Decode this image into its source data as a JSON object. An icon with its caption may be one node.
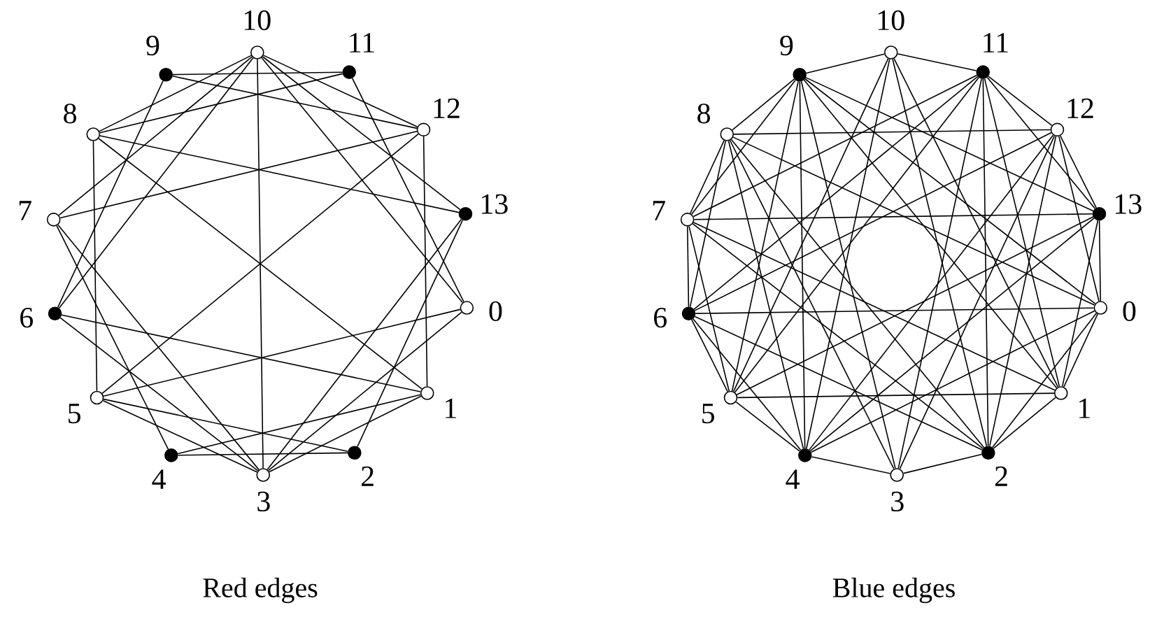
{
  "diagram": {
    "nodes": [
      {
        "text": [],
        "shape": "circle",
        "beside": [
          "0"
        ]
      },
      {
        "text": [],
        "shape": "circle",
        "beside": [
          "1"
        ]
      },
      {
        "text": [],
        "shape": "dot",
        "beside": [
          "2"
        ]
      },
      {
        "text": [],
        "shape": "circle",
        "beside": [
          "3"
        ]
      },
      {
        "text": [],
        "shape": "dot",
        "beside": [
          "4"
        ]
      },
      {
        "text": [],
        "shape": "circle",
        "beside": [
          "5"
        ]
      },
      {
        "text": [],
        "shape": "dot",
        "beside": [
          "6"
        ]
      },
      {
        "text": [],
        "shape": "circle",
        "beside": [
          "7"
        ]
      },
      {
        "text": [],
        "shape": "circle",
        "beside": [
          "8"
        ]
      },
      {
        "text": [],
        "shape": "dot",
        "beside": [
          "9"
        ]
      },
      {
        "text": [],
        "shape": "circle",
        "beside": [
          "10"
        ]
      },
      {
        "text": [],
        "shape": "dot",
        "beside": [
          "11"
        ]
      },
      {
        "text": [],
        "shape": "circle",
        "beside": [
          "12"
        ]
      },
      {
        "text": [],
        "shape": "dot",
        "beside": [
          "13"
        ]
      },
      {
        "text": [],
        "shape": "circle",
        "beside": [
          "0"
        ]
      },
      {
        "text": [],
        "shape": "circle",
        "beside": [
          "1"
        ]
      },
      {
        "text": [],
        "shape": "dot",
        "beside": [
          "2"
        ]
      },
      {
        "text": [],
        "shape": "circle",
        "beside": [
          "3"
        ]
      },
      {
        "text": [],
        "shape": "dot",
        "beside": [
          "4"
        ]
      },
      {
        "text": [],
        "shape": "circle",
        "beside": [
          "5"
        ]
      },
      {
        "text": [],
        "shape": "dot",
        "beside": [
          "6"
        ]
      },
      {
        "text": [],
        "shape": "circle",
        "beside": [
          "7"
        ]
      },
      {
        "text": [],
        "shape": "circle",
        "beside": [
          "8"
        ]
      },
      {
        "text": [],
        "shape": "dot",
        "beside": [
          "9"
        ]
      },
      {
        "text": [],
        "shape": "circle",
        "beside": [
          "10"
        ]
      },
      {
        "text": [],
        "shape": "dot",
        "beside": [
          "11"
        ]
      },
      {
        "text": [],
        "shape": "circle",
        "beside": [
          "12"
        ]
      },
      {
        "text": [],
        "shape": "dot",
        "beside": [
          "13"
        ]
      }
    ],
    "edges": [
      {
        "from": 8,
        "to": 10,
        "arrow": "none"
      },
      {
        "from": 1,
        "to": 3,
        "arrow": "none"
      },
      {
        "from": 10,
        "to": 12,
        "arrow": "none"
      },
      {
        "from": 3,
        "to": 5,
        "arrow": "none"
      },
      {
        "from": 9,
        "to": 11,
        "arrow": "none"
      },
      {
        "from": 2,
        "to": 4,
        "arrow": "none"
      },
      {
        "from": 1,
        "to": 4,
        "arrow": "none"
      },
      {
        "from": 8,
        "to": 11,
        "arrow": "none"
      },
      {
        "from": 2,
        "to": 5,
        "arrow": "none"
      },
      {
        "from": 9,
        "to": 12,
        "arrow": "none"
      },
      {
        "from": 5,
        "to": 8,
        "arrow": "none"
      },
      {
        "from": 12,
        "to": 1,
        "arrow": "none"
      },
      {
        "from": 0,
        "to": 5,
        "arrow": "none"
      },
      {
        "from": 7,
        "to": 12,
        "arrow": "none"
      },
      {
        "from": 6,
        "to": 1,
        "arrow": "none"
      },
      {
        "from": 13,
        "to": 8,
        "arrow": "none"
      },
      {
        "from": 3,
        "to": 10,
        "arrow": "none"
      },
      {
        "from": 1,
        "to": 8,
        "arrow": "none"
      },
      {
        "from": 5,
        "to": 12,
        "arrow": "none"
      },
      {
        "from": 4,
        "to": 7,
        "arrow": "none"
      },
      {
        "from": 11,
        "to": 0,
        "arrow": "none"
      },
      {
        "from": 2,
        "to": 13,
        "arrow": "none"
      },
      {
        "from": 6,
        "to": 9,
        "arrow": "none"
      },
      {
        "from": 0,
        "to": 3,
        "arrow": "none"
      },
      {
        "from": 7,
        "to": 10,
        "arrow": "none"
      },
      {
        "from": 3,
        "to": 6,
        "arrow": "none"
      },
      {
        "from": 10,
        "to": 13,
        "arrow": "none"
      },
      {
        "from": 3,
        "to": 7,
        "arrow": "none"
      },
      {
        "from": 10,
        "to": 0,
        "arrow": "none"
      },
      {
        "from": 3,
        "to": 13,
        "arrow": "none"
      },
      {
        "from": 6,
        "to": 10,
        "arrow": "none"
      },
      {
        "from": 14,
        "to": 15,
        "arrow": "none"
      },
      {
        "from": 14,
        "to": 16,
        "arrow": "none"
      },
      {
        "from": 14,
        "to": 18,
        "arrow": "none"
      },
      {
        "from": 14,
        "to": 20,
        "arrow": "none"
      },
      {
        "from": 14,
        "to": 22,
        "arrow": "none"
      },
      {
        "from": 14,
        "to": 23,
        "arrow": "none"
      },
      {
        "from": 14,
        "to": 26,
        "arrow": "none"
      },
      {
        "from": 14,
        "to": 27,
        "arrow": "none"
      },
      {
        "from": 15,
        "to": 16,
        "arrow": "none"
      },
      {
        "from": 15,
        "to": 19,
        "arrow": "none"
      },
      {
        "from": 15,
        "to": 21,
        "arrow": "none"
      },
      {
        "from": 15,
        "to": 23,
        "arrow": "none"
      },
      {
        "from": 15,
        "to": 24,
        "arrow": "none"
      },
      {
        "from": 15,
        "to": 25,
        "arrow": "none"
      },
      {
        "from": 15,
        "to": 27,
        "arrow": "none"
      },
      {
        "from": 16,
        "to": 17,
        "arrow": "none"
      },
      {
        "from": 16,
        "to": 20,
        "arrow": "none"
      },
      {
        "from": 16,
        "to": 21,
        "arrow": "none"
      },
      {
        "from": 16,
        "to": 22,
        "arrow": "none"
      },
      {
        "from": 16,
        "to": 24,
        "arrow": "none"
      },
      {
        "from": 16,
        "to": 25,
        "arrow": "none"
      },
      {
        "from": 16,
        "to": 26,
        "arrow": "none"
      },
      {
        "from": 17,
        "to": 18,
        "arrow": "none"
      },
      {
        "from": 17,
        "to": 22,
        "arrow": "none"
      },
      {
        "from": 17,
        "to": 23,
        "arrow": "none"
      },
      {
        "from": 17,
        "to": 25,
        "arrow": "none"
      },
      {
        "from": 17,
        "to": 26,
        "arrow": "none"
      },
      {
        "from": 18,
        "to": 19,
        "arrow": "none"
      },
      {
        "from": 18,
        "to": 20,
        "arrow": "none"
      },
      {
        "from": 18,
        "to": 22,
        "arrow": "none"
      },
      {
        "from": 18,
        "to": 23,
        "arrow": "none"
      },
      {
        "from": 18,
        "to": 24,
        "arrow": "none"
      },
      {
        "from": 18,
        "to": 26,
        "arrow": "none"
      },
      {
        "from": 18,
        "to": 27,
        "arrow": "none"
      },
      {
        "from": 19,
        "to": 20,
        "arrow": "none"
      },
      {
        "from": 19,
        "to": 21,
        "arrow": "none"
      },
      {
        "from": 19,
        "to": 23,
        "arrow": "none"
      },
      {
        "from": 19,
        "to": 24,
        "arrow": "none"
      },
      {
        "from": 19,
        "to": 25,
        "arrow": "none"
      },
      {
        "from": 19,
        "to": 27,
        "arrow": "none"
      },
      {
        "from": 20,
        "to": 21,
        "arrow": "none"
      },
      {
        "from": 20,
        "to": 22,
        "arrow": "none"
      },
      {
        "from": 20,
        "to": 25,
        "arrow": "none"
      },
      {
        "from": 20,
        "to": 26,
        "arrow": "none"
      },
      {
        "from": 21,
        "to": 22,
        "arrow": "none"
      },
      {
        "from": 21,
        "to": 23,
        "arrow": "none"
      },
      {
        "from": 21,
        "to": 25,
        "arrow": "none"
      },
      {
        "from": 21,
        "to": 27,
        "arrow": "none"
      },
      {
        "from": 22,
        "to": 23,
        "arrow": "none"
      },
      {
        "from": 22,
        "to": 26,
        "arrow": "none"
      },
      {
        "from": 23,
        "to": 24,
        "arrow": "none"
      },
      {
        "from": 23,
        "to": 27,
        "arrow": "none"
      },
      {
        "from": 24,
        "to": 25,
        "arrow": "none"
      },
      {
        "from": 25,
        "to": 26,
        "arrow": "none"
      },
      {
        "from": 25,
        "to": 27,
        "arrow": "none"
      },
      {
        "from": 26,
        "to": 27,
        "arrow": "none"
      }
    ],
    "labels": [
      "Red edges",
      "Blue edges"
    ]
  }
}
